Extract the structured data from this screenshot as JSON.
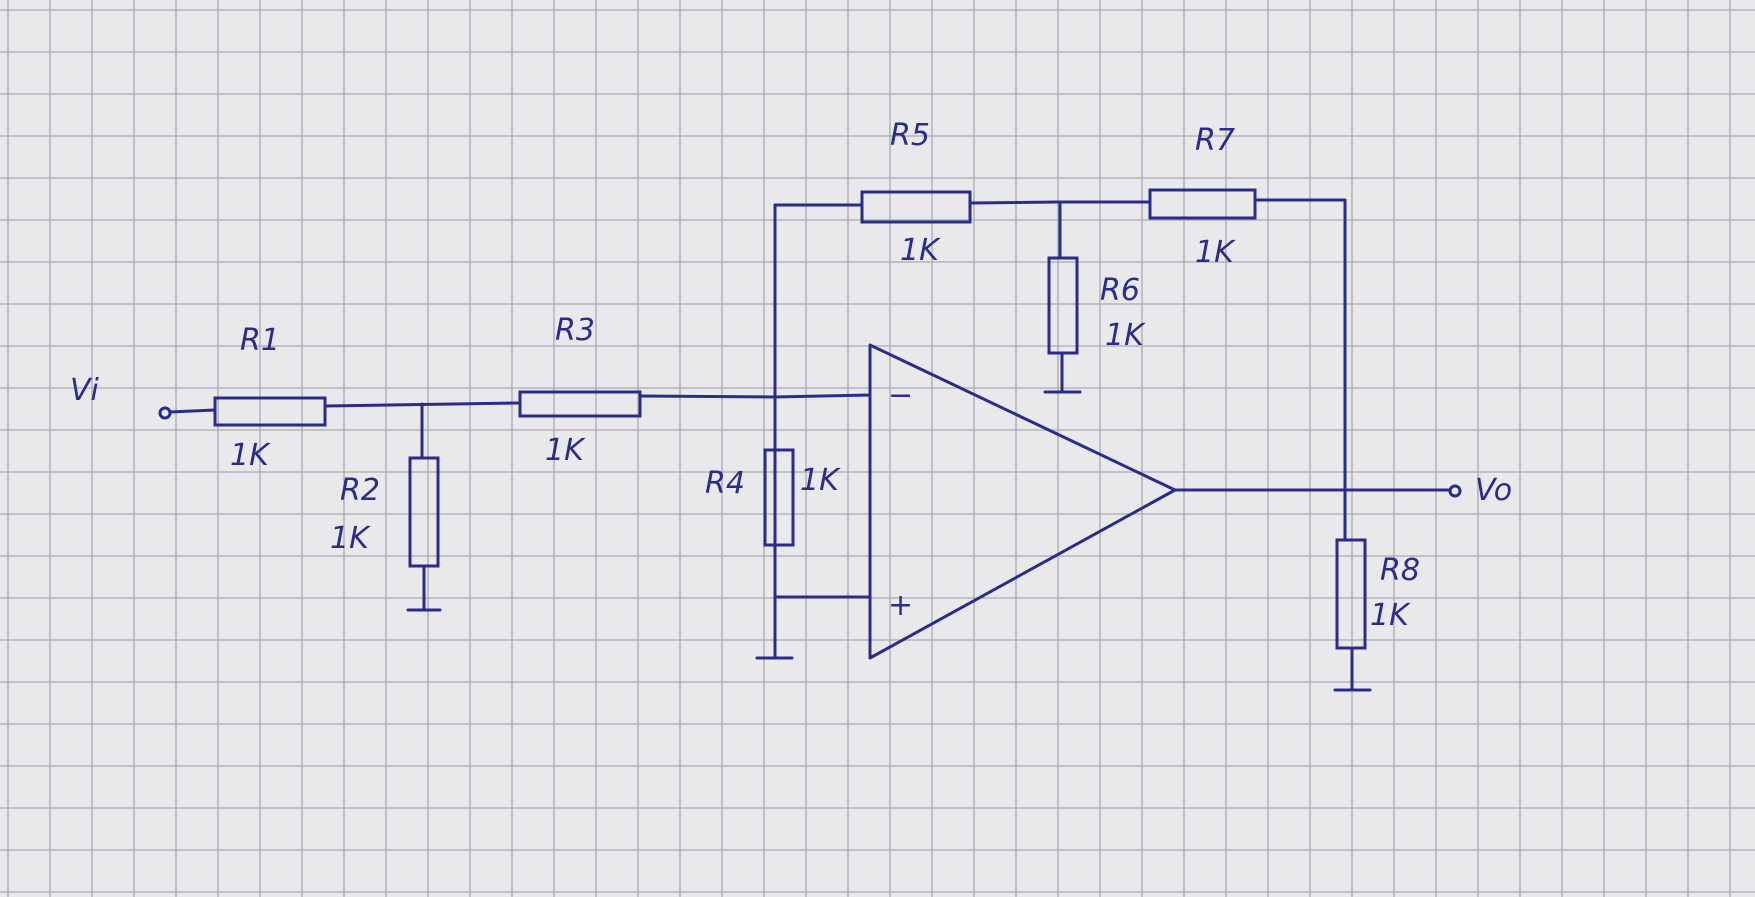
{
  "colors": {
    "paper": "#e9e8ea",
    "grid": "#a9aab0",
    "ink": "#2a2c8c"
  },
  "inputs": {
    "vin_label": "Vi"
  },
  "outputs": {
    "vout_label": "Vo"
  },
  "opamp": {
    "inverting_label": "−",
    "noninverting_label": "+"
  },
  "resistors": {
    "r1": {
      "name": "R1",
      "value": "1K"
    },
    "r2": {
      "name": "R2",
      "value": "1K"
    },
    "r3": {
      "name": "R3",
      "value": "1K"
    },
    "r4": {
      "name": "R4",
      "value": "1K"
    },
    "r5": {
      "name": "R5",
      "value": "1K"
    },
    "r6": {
      "name": "R6",
      "value": "1K"
    },
    "r7": {
      "name": "R7",
      "value": "1K"
    },
    "r8": {
      "name": "R8",
      "value": "1K"
    }
  }
}
